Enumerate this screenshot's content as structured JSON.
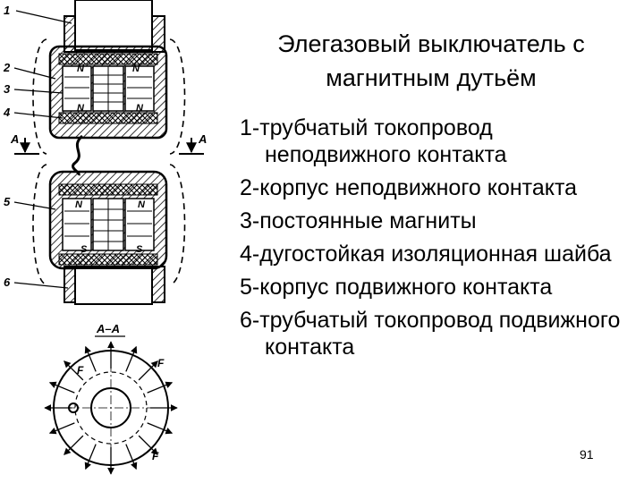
{
  "slide": {
    "title_line1": "Элегазовый выключатель с",
    "title_line2": "магнитным дутьём",
    "items": [
      "1-трубчатый токопровод неподвижного контакта",
      "2-корпус неподвижного контакта",
      "3-постоянные магниты",
      "4-дугостойкая изоляционная шайба",
      "5-корпус подвижного контакта",
      "6-трубчатый токопровод подвижного контакта"
    ],
    "page_number": "91"
  },
  "drawing": {
    "callouts": [
      "1",
      "2",
      "3",
      "4",
      "5",
      "6"
    ],
    "section_mark": "A",
    "section_title": "A–A",
    "magnet_north": "N",
    "magnet_south": "S",
    "force_label": "F"
  }
}
